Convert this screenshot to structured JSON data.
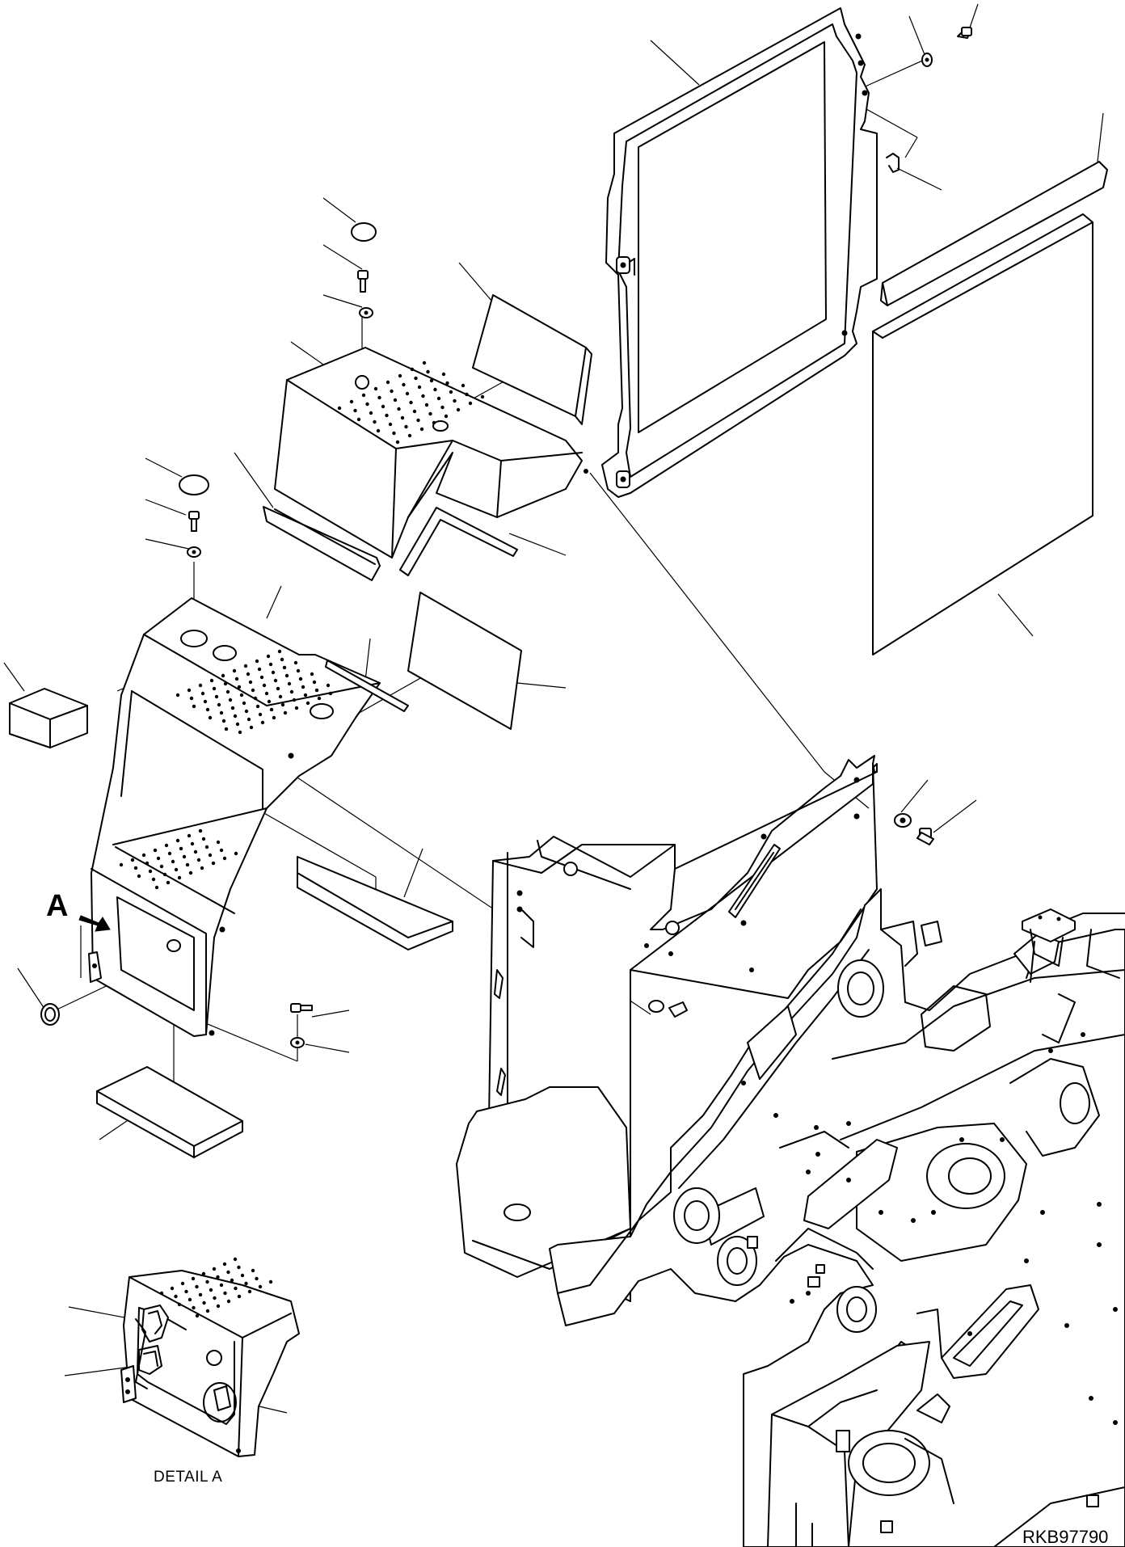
{
  "detail_marker": "A",
  "detail_caption": "DETAIL A",
  "drawing_code": "RKB97790"
}
